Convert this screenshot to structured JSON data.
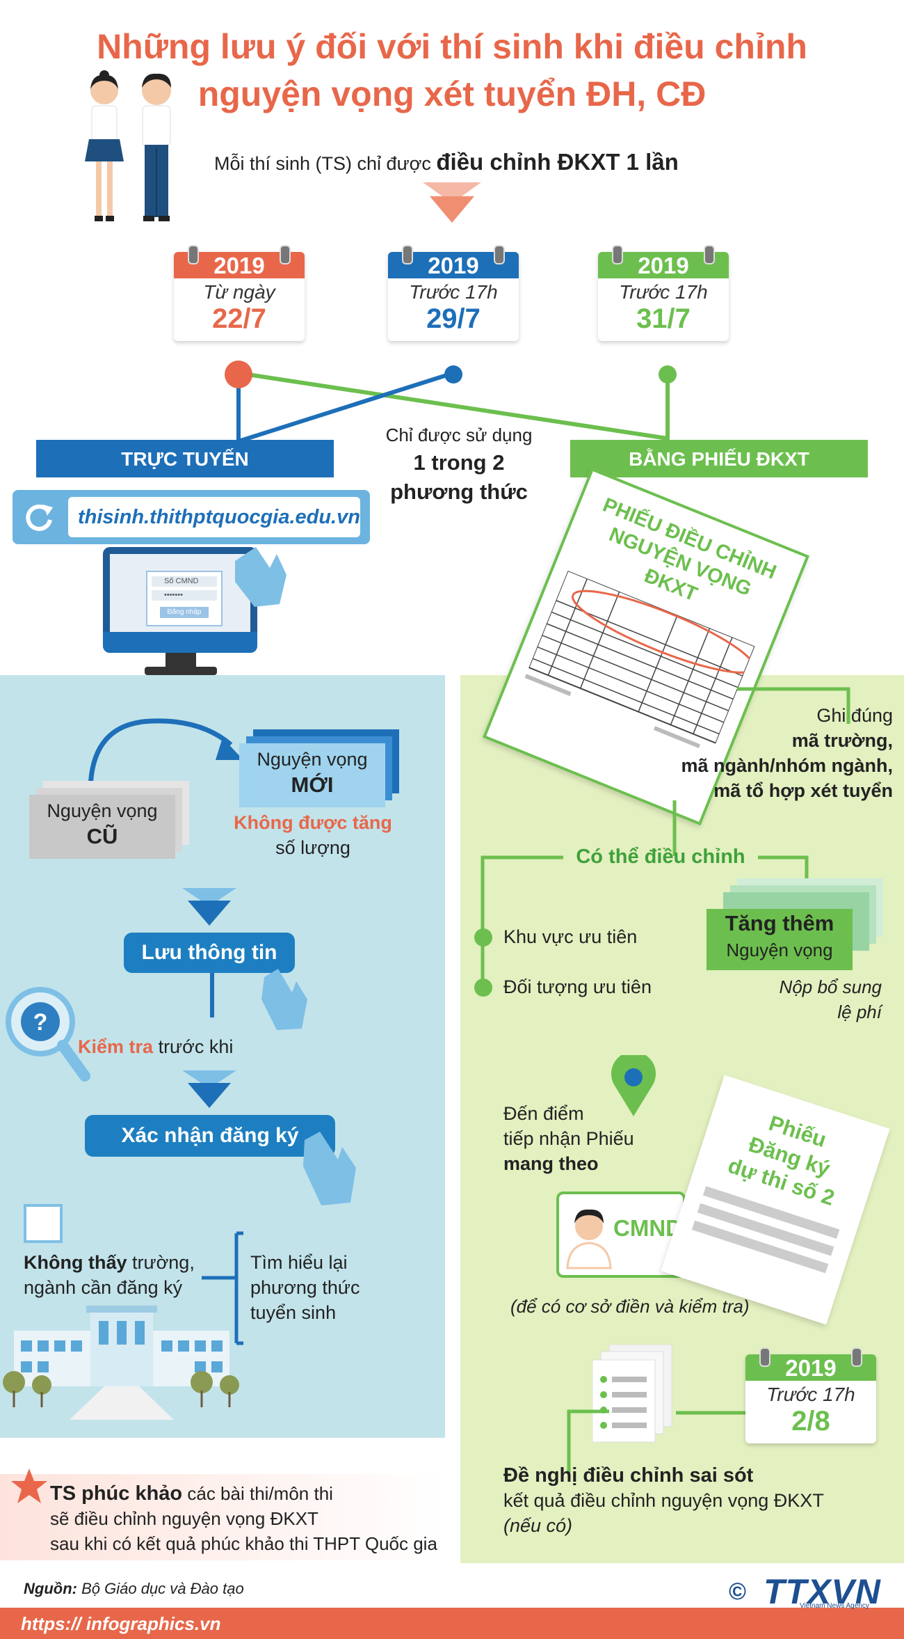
{
  "header": {
    "title_line1": "Những lưu ý đối với thí sinh khi điều chỉnh",
    "title_line2": "nguyện vọng xét tuyển ĐH, CĐ",
    "subtitle_prefix": "Mỗi thí sinh (TS) chỉ được",
    "subtitle_bold": "điều chỉnh ĐKXT 1 lần"
  },
  "calendars": [
    {
      "year": "2019",
      "line1": "Từ ngày",
      "date": "22/7",
      "color": "#e8674a"
    },
    {
      "year": "2019",
      "line1": "Trước 17h",
      "date": "29/7",
      "color": "#1d6fb8"
    },
    {
      "year": "2019",
      "line1": "Trước 17h",
      "date": "31/7",
      "color": "#6cbf4e"
    }
  ],
  "methods": {
    "online_label": "TRỰC TUYẾN",
    "paper_label": "BẰNG PHIẾU ĐKXT",
    "note_line1": "Chỉ được sử dụng",
    "note_line2": "1 trong 2",
    "note_line3": "phương thức",
    "website": "thisinh.thithptquocgia.edu.vn",
    "login_id": "Số CMND",
    "login_pass": "•••••••",
    "login_button": "Đăng nhập"
  },
  "online": {
    "old_label": "Nguyện vọng",
    "old_bold": "CŨ",
    "new_label": "Nguyện vọng",
    "new_bold": "MỚI",
    "no_increase_bold": "Không được tăng",
    "no_increase_rest": "số lượng",
    "save_button": "Lưu thông tin",
    "check_bold": "Kiểm tra",
    "check_rest": "trước khi",
    "confirm_button": "Xác nhận đăng ký",
    "notfound_bold": "Không thấy",
    "notfound_rest1": "trường,",
    "notfound_rest2": "ngành cần đăng ký",
    "relearn_line1": "Tìm hiểu lại",
    "relearn_line2": "phương thức",
    "relearn_line3": "tuyển sinh"
  },
  "paper": {
    "form_title_line1": "PHIẾU ĐIỀU CHỈNH",
    "form_title_line2": "NGUYỆN VỌNG",
    "form_title_line3": "ĐKXT",
    "write_line1": "Ghi đúng",
    "write_line2": "mã trường,",
    "write_line3": "mã ngành/nhóm ngành,",
    "write_line4": "mã tổ hợp xét tuyển",
    "can_adjust": "Có thể điều chỉnh",
    "region_priority": "Khu vực ưu tiên",
    "subject_priority": "Đối tượng ưu tiên",
    "add_bold": "Tăng thêm",
    "add_rest": "Nguyện vọng",
    "fee_line1": "Nộp bổ sung",
    "fee_line2": "lệ phí",
    "goto_line1": "Đến điểm",
    "goto_line2": "tiếp nhận Phiếu",
    "goto_bold": "mang theo",
    "id_card": "CMND",
    "slip_line1": "Phiếu",
    "slip_line2": "Đăng ký",
    "slip_line3": "dự thi số 2",
    "basis_note": "(để có cơ sở điền và kiểm tra)",
    "cal_year": "2019",
    "cal_line1": "Trước 17h",
    "cal_date": "2/8",
    "fix_bold": "Đề nghị điều chỉnh sai sót",
    "fix_line2": "kết quả điều chỉnh nguyện vọng ĐKXT",
    "fix_line3": "(nếu có)"
  },
  "review": {
    "bold": "TS phúc khảo",
    "line1_rest": "các bài thi/môn thi",
    "line2": "sẽ điều chỉnh nguyện vọng ĐKXT",
    "line3": "sau khi có kết quả phúc khảo thi THPT Quốc gia"
  },
  "footer": {
    "source_label": "Nguồn:",
    "source_value": "Bộ Giáo dục và Đào tạo",
    "url": "https:// infographics.vn",
    "brand": "TTXVN",
    "brand_sub": "Vietnam News Agency",
    "copyright": "©"
  },
  "colors": {
    "orange": "#e8674a",
    "blue": "#1d6fb8",
    "green": "#6cbf4e",
    "light_blue": "#c2e3ea",
    "light_green": "#e3f0c0"
  }
}
